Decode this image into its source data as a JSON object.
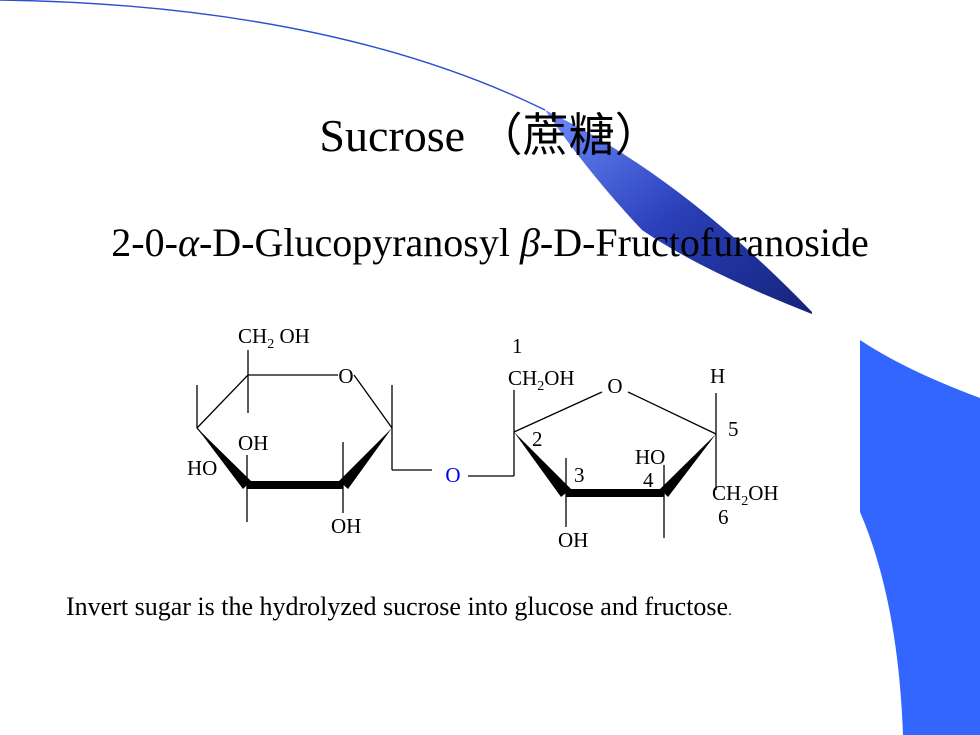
{
  "title": {
    "english": "Sucrose",
    "chinese": "（蔗糖）"
  },
  "subtitle": {
    "part1": "2-0-",
    "alpha": "α",
    "part2": "-D-Glucopyranosyl ",
    "beta": "β",
    "part3": "-D-Fructofuranoside"
  },
  "diagram": {
    "glucose": {
      "ch2oh": {
        "main": "CH",
        "sub": "2",
        "tail": " OH"
      },
      "ring_oxygen": "O",
      "oh_upper": "OH",
      "ho_left": "HO",
      "oh_lower": "OH"
    },
    "glycosidic_oxygen": "O",
    "fructose": {
      "num1": "1",
      "ch2oh_top": {
        "main": "CH",
        "sub": "2",
        "tail": "OH"
      },
      "ring_oxygen": "O",
      "h": "H",
      "num2": "2",
      "num3": "3",
      "num4": "4",
      "num5": "5",
      "num6": "6",
      "ho": "HO",
      "oh": "OH",
      "ch2oh_right": {
        "main": "CH",
        "sub": "2",
        "tail": "OH"
      }
    }
  },
  "caption": "Invert sugar is the hydrolyzed sucrose into glucose and fructose",
  "caption_end": ".",
  "colors": {
    "decoration_blue": "#3366ff",
    "decoration_navy": "#1a2a8a",
    "glycosidic_oxygen": "#0000ee",
    "text": "#000000"
  }
}
